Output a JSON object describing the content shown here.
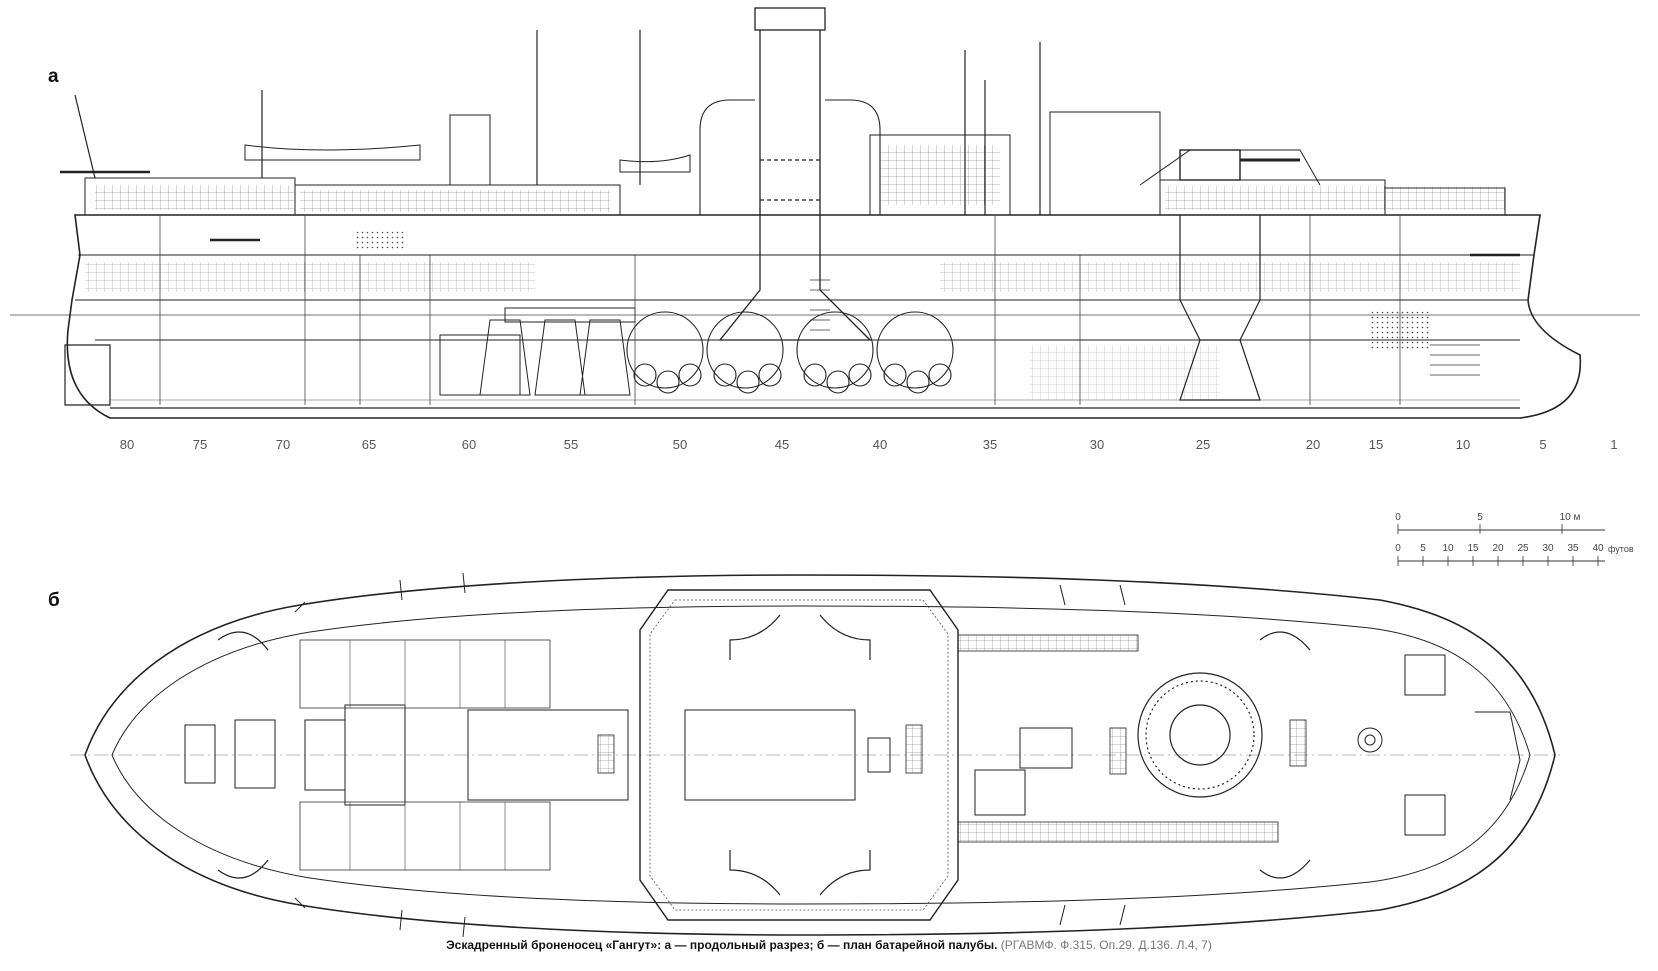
{
  "labels": {
    "a": "а",
    "b": "б"
  },
  "frames": [
    "80",
    "75",
    "70",
    "65",
    "60",
    "55",
    "50",
    "45",
    "40",
    "35",
    "30",
    "25",
    "20",
    "15",
    "10",
    "5",
    "1"
  ],
  "scale_m": {
    "ticks": [
      "0",
      "5",
      "10 м"
    ]
  },
  "scale_ft": {
    "ticks": [
      "0",
      "5",
      "10",
      "15",
      "20",
      "25",
      "30",
      "35",
      "40"
    ],
    "unit": "футов"
  },
  "caption": {
    "main": "Эскадренный броненосец «Гангут»: а — продольный разрез; б — план батарейной палубы.",
    "source": "(РГАВМФ. Ф.315. Оп.29. Д.136. Л.4, 7)"
  }
}
